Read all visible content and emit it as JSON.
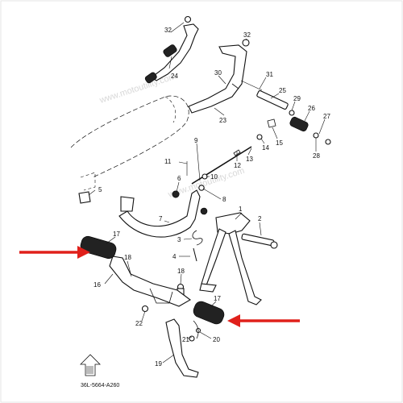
{
  "diagram": {
    "watermark": "www.motoutility.com",
    "drawing_code": "36L-5664-A260",
    "accent_color": "#e0201b",
    "parts": [
      {
        "id": "p32a",
        "num": "32"
      },
      {
        "id": "p32b",
        "num": "32"
      },
      {
        "id": "p24",
        "num": "24"
      },
      {
        "id": "p30",
        "num": "30"
      },
      {
        "id": "p31",
        "num": "31"
      },
      {
        "id": "p25",
        "num": "25"
      },
      {
        "id": "p29",
        "num": "29"
      },
      {
        "id": "p26",
        "num": "26"
      },
      {
        "id": "p27",
        "num": "27"
      },
      {
        "id": "p23",
        "num": "23"
      },
      {
        "id": "p9",
        "num": "9"
      },
      {
        "id": "p14",
        "num": "14"
      },
      {
        "id": "p15",
        "num": "15"
      },
      {
        "id": "p28",
        "num": "28"
      },
      {
        "id": "p11",
        "num": "11"
      },
      {
        "id": "p12",
        "num": "12"
      },
      {
        "id": "p13",
        "num": "13"
      },
      {
        "id": "p6",
        "num": "6"
      },
      {
        "id": "p10",
        "num": "10"
      },
      {
        "id": "p5",
        "num": "5"
      },
      {
        "id": "p8",
        "num": "8"
      },
      {
        "id": "p7",
        "num": "7"
      },
      {
        "id": "p1",
        "num": "1"
      },
      {
        "id": "p2",
        "num": "2"
      },
      {
        "id": "p3",
        "num": "3"
      },
      {
        "id": "p4",
        "num": "4"
      },
      {
        "id": "p17a",
        "num": "17"
      },
      {
        "id": "p18a",
        "num": "18"
      },
      {
        "id": "p16",
        "num": "16"
      },
      {
        "id": "p18b",
        "num": "18"
      },
      {
        "id": "p17b",
        "num": "17"
      },
      {
        "id": "p22",
        "num": "22"
      },
      {
        "id": "p21",
        "num": "21"
      },
      {
        "id": "p20",
        "num": "20"
      },
      {
        "id": "p19",
        "num": "19"
      }
    ]
  }
}
